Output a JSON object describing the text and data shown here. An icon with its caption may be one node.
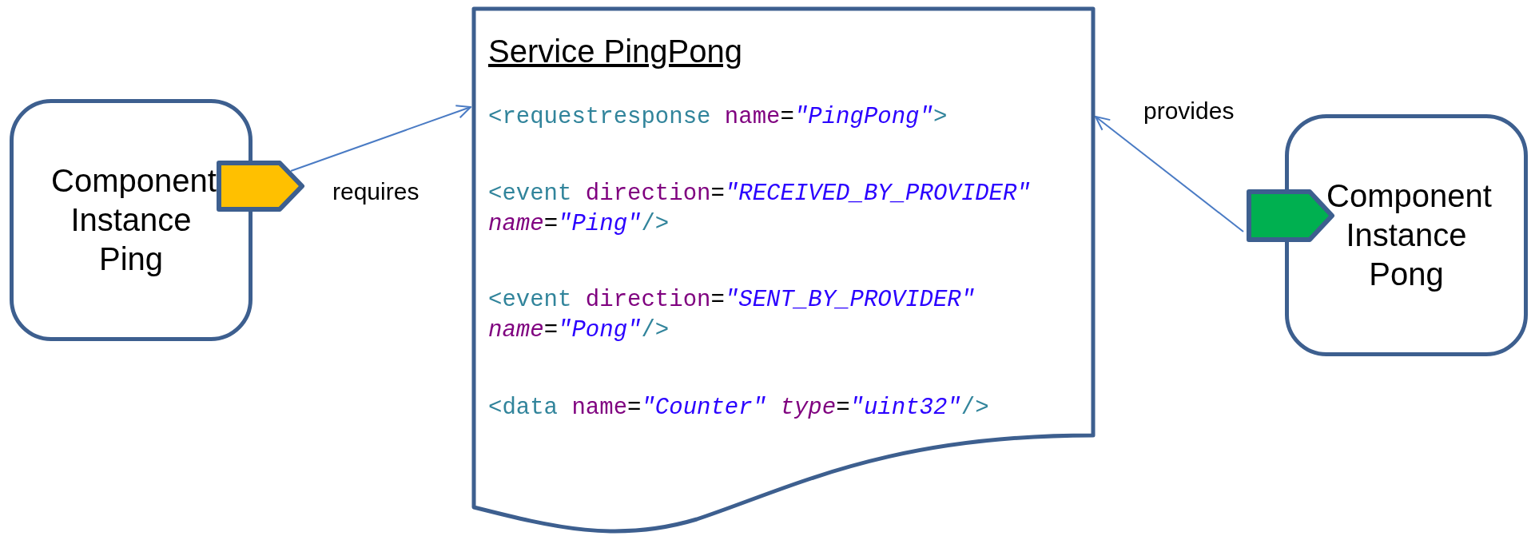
{
  "diagram": {
    "nodes": [
      {
        "text": [
          "Component Instance Ping"
        ]
      },
      {
        "text": [],
        "shape": "box"
      },
      {
        "text": [
          "Service PingPong",
          "<requestresponse name=*\"PingPong\"*>",
          "<event direction=*\"RECEIVED_BY_PROVIDER\"* *name*=*\"Ping\"*/>",
          "<event direction=*\"SENT_BY_PROVIDER\"* *name*=*\"Pong\"*/>",
          "<data name=*\"Counter\"* *type*=*\"uint32\"*/>"
        ]
      },
      {
        "text": [
          "Component Instance Pong"
        ]
      },
      {
        "text": [],
        "shape": "box"
      }
    ],
    "edges": [
      {
        "from": 1,
        "to": 2,
        "arrow": "to",
        "label": "requires"
      },
      {
        "from": 4,
        "to": 2,
        "arrow": "to",
        "label": "provides"
      }
    ]
  }
}
